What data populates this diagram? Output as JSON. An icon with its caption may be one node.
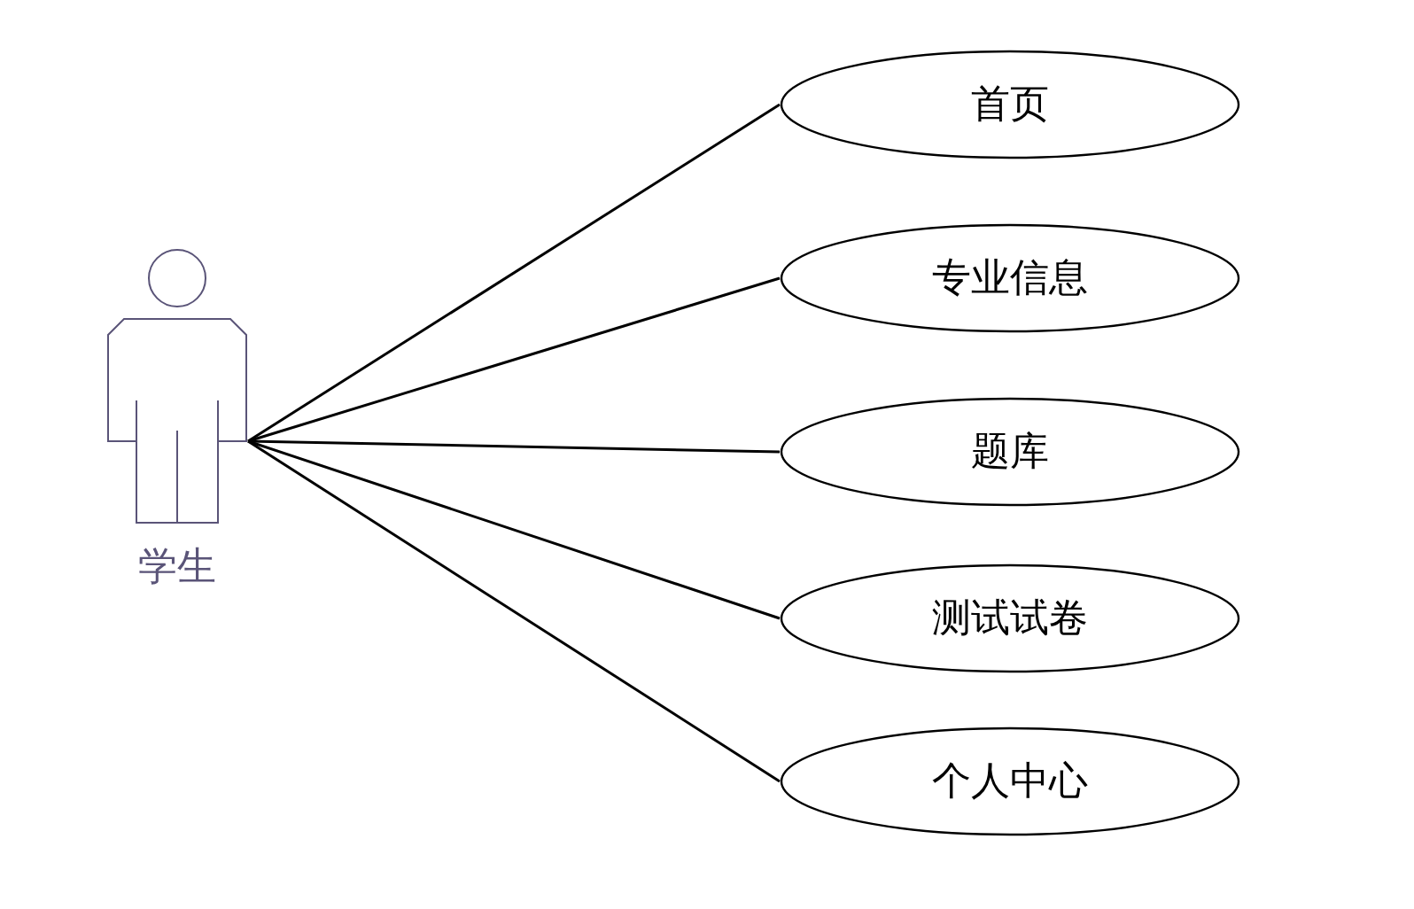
{
  "diagram": {
    "nodes": [
      {
        "text": [
          "学生"
        ]
      },
      {
        "text": [
          "首页"
        ]
      },
      {
        "text": [
          "专业信息"
        ]
      },
      {
        "text": [
          "题库"
        ]
      },
      {
        "text": [
          "测试试卷"
        ]
      },
      {
        "text": [
          "个人中心"
        ]
      }
    ],
    "edges": [
      {
        "from": 0,
        "to": 1,
        "arrow": "none"
      },
      {
        "from": 0,
        "to": 2,
        "arrow": "none"
      },
      {
        "from": 0,
        "to": 3,
        "arrow": "none"
      },
      {
        "from": 0,
        "to": 4,
        "arrow": "none"
      },
      {
        "from": 0,
        "to": 5,
        "arrow": "none"
      }
    ]
  }
}
